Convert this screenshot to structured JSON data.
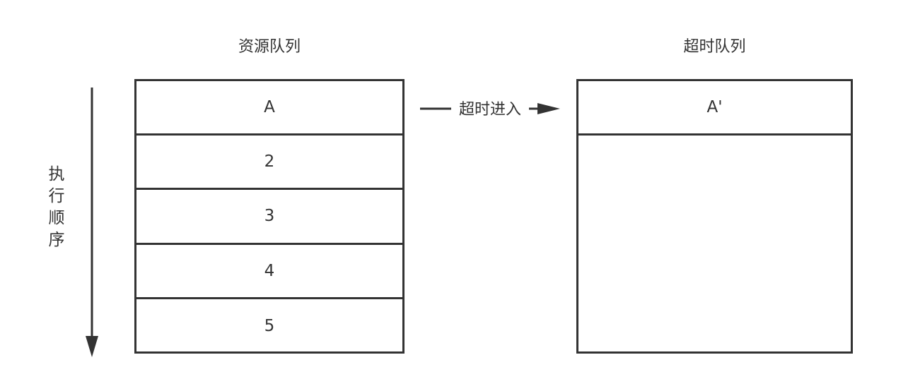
{
  "resource_queue": {
    "title": "资源队列",
    "items": [
      "A",
      "2",
      "3",
      "4",
      "5"
    ]
  },
  "timeout_queue": {
    "title": "超时队列",
    "items": [
      "A'"
    ]
  },
  "order_label": [
    "执",
    "行",
    "顺",
    "序"
  ],
  "arrow_label": "超时进入",
  "colors": {
    "stroke": "#333333",
    "background": "#ffffff"
  }
}
